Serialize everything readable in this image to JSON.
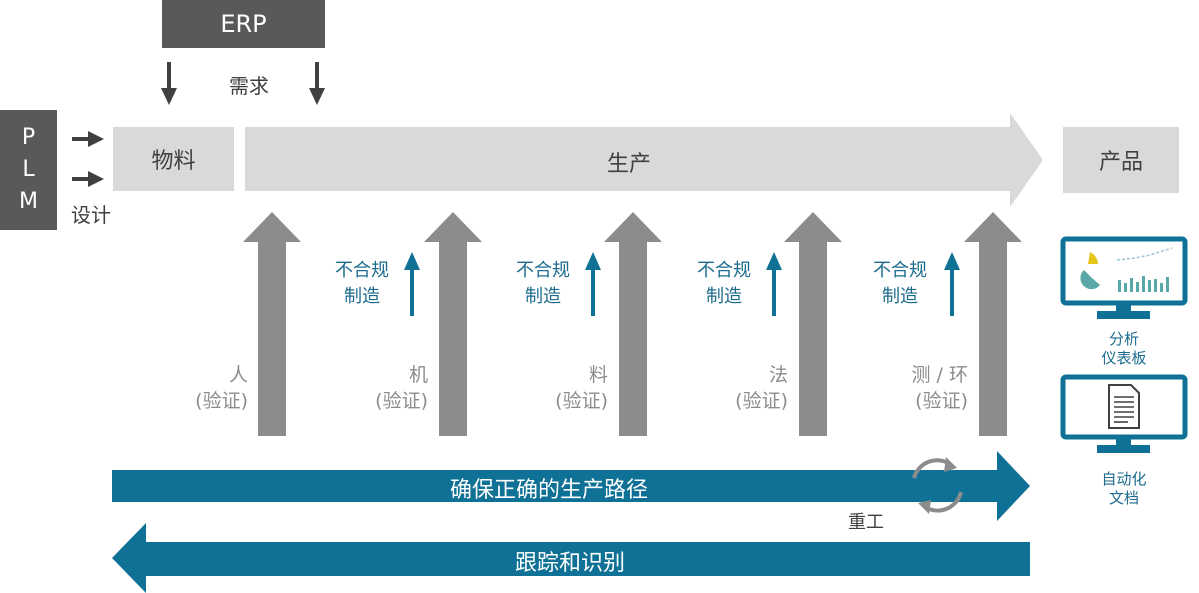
{
  "erp": "ERP",
  "demand": "需求",
  "plm_letters": [
    "P",
    "L",
    "M"
  ],
  "design": "设计",
  "material_box": "物料",
  "production": "生产",
  "product": "产品",
  "noncompliant": [
    [
      "不合规",
      "制造"
    ],
    [
      "不合规",
      "制造"
    ],
    [
      "不合规",
      "制造"
    ],
    [
      "不合规",
      "制造"
    ]
  ],
  "factors": [
    [
      "人",
      "(验证)"
    ],
    [
      "机",
      "(验证)"
    ],
    [
      "料",
      "(验证)"
    ],
    [
      "法",
      "(验证)"
    ],
    [
      "测 / 环",
      "(验证)"
    ]
  ],
  "correct_path": "确保正确的生产路径",
  "rework": "重工",
  "traceability": "跟踪和识别",
  "analytics_dashboard": [
    "分析",
    "仪表板"
  ],
  "automated_docs": [
    "自动化",
    "文档"
  ],
  "colors": {
    "dark_grey": "#595959",
    "light_grey": "#d9d9d9",
    "mid_grey": "#8c8c8c",
    "blue": "#0f7196",
    "blue_text": "#1c6b8e"
  }
}
